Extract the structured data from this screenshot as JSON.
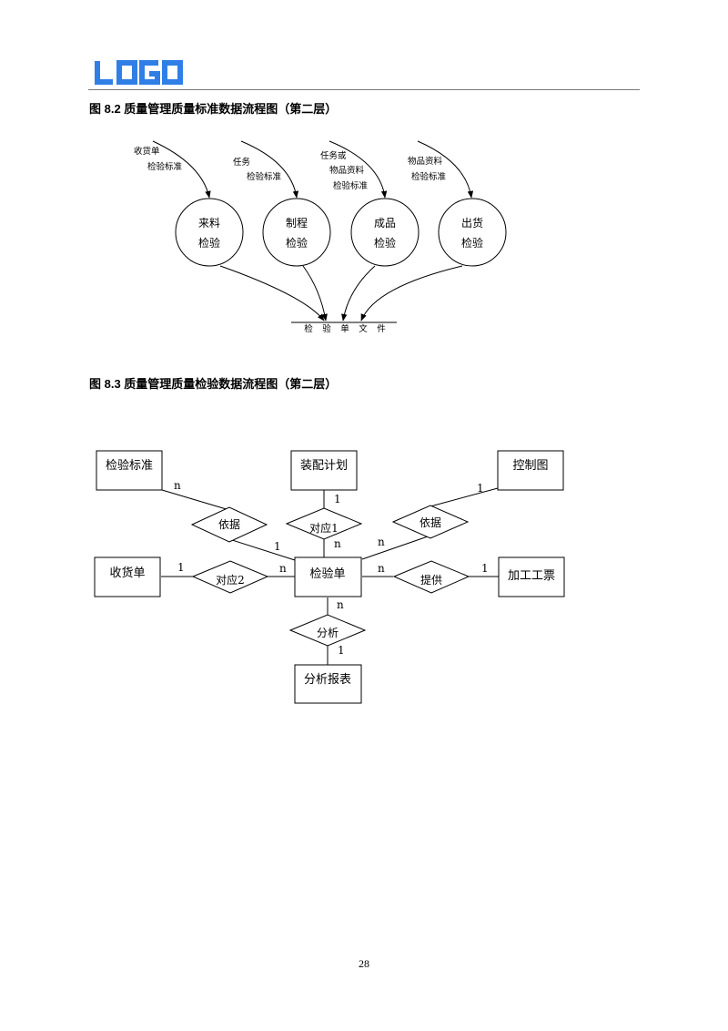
{
  "header": {
    "logo_text": "LOGO",
    "brand_color": "#2f7fe6"
  },
  "figure_8_2": {
    "caption": "图 8.2  质量管理质量标准数据流程图（第二层）",
    "inputs": [
      {
        "lines": [
          "收货单",
          "检验标准"
        ]
      },
      {
        "lines": [
          "任务",
          "检验标准"
        ]
      },
      {
        "lines": [
          "任务或",
          "物品资料",
          "检验标准"
        ]
      },
      {
        "lines": [
          "物品资料",
          "检验标准"
        ]
      }
    ],
    "processes": [
      {
        "line1": "来料",
        "line2": "检验"
      },
      {
        "line1": "制程",
        "line2": "检验"
      },
      {
        "line1": "成品",
        "line2": "检验"
      },
      {
        "line1": "出货",
        "line2": "检验"
      }
    ],
    "data_store": {
      "chars": [
        "检",
        "验",
        "单",
        "文",
        "件"
      ]
    }
  },
  "figure_8_3": {
    "caption": "图 8.3  质量管理质量检验数据流程图（第二层）",
    "entities": {
      "standard": "检验标准",
      "plan": "装配计划",
      "control": "控制图",
      "receipt": "收货单",
      "center": "检验单",
      "ticket": "加工工票",
      "report": "分析报表"
    },
    "relations": {
      "basis_left": "依据",
      "match1": "对应1",
      "basis_right": "依据",
      "match2": "对应2",
      "provide": "提供",
      "analyze": "分析"
    },
    "cardinalities": {
      "std_n": "n",
      "std_1": "1",
      "plan_1": "1",
      "plan_n": "n",
      "ctrl_1": "1",
      "ctrl_n": "n",
      "rec_1": "1",
      "rec_n": "n",
      "tkt_n": "n",
      "tkt_1": "1",
      "rep_n": "n",
      "rep_1": "1"
    }
  },
  "footer": {
    "page_number": "28"
  }
}
